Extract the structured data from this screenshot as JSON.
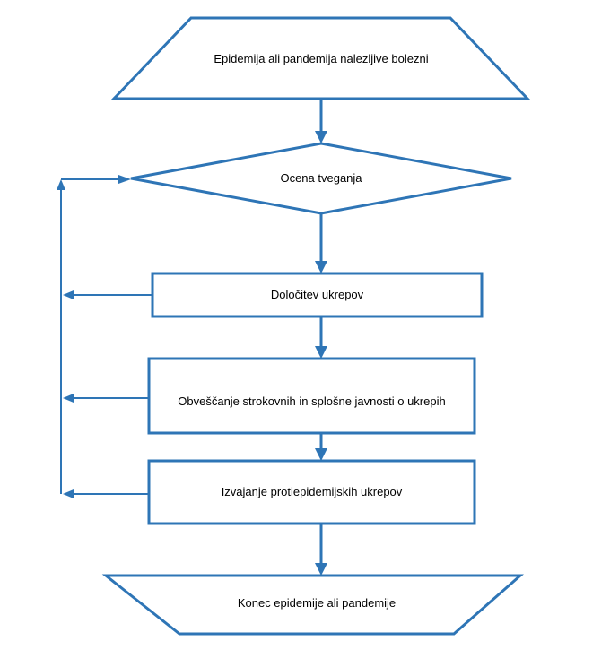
{
  "diagram": {
    "nodes": {
      "start": {
        "shape": "trapezoid",
        "label": "Epidemija ali pandemija nalezljive bolezni"
      },
      "risk_assessment": {
        "shape": "diamond",
        "label": "Ocena tveganja"
      },
      "determine_measures": {
        "shape": "rectangle",
        "label": "Določitev ukrepov"
      },
      "inform_public": {
        "shape": "rectangle",
        "label": "Obveščanje strokovnih in splošne javnosti o ukrepih"
      },
      "implement_measures": {
        "shape": "rectangle",
        "label": "Izvajanje protiepidemijskih ukrepov"
      },
      "end": {
        "shape": "inverted-trapezoid",
        "label": "Konec epidemije ali pandemije"
      }
    },
    "colors": {
      "stroke": "#2E75B6",
      "fill": "#ffffff",
      "text": "#000000"
    }
  }
}
